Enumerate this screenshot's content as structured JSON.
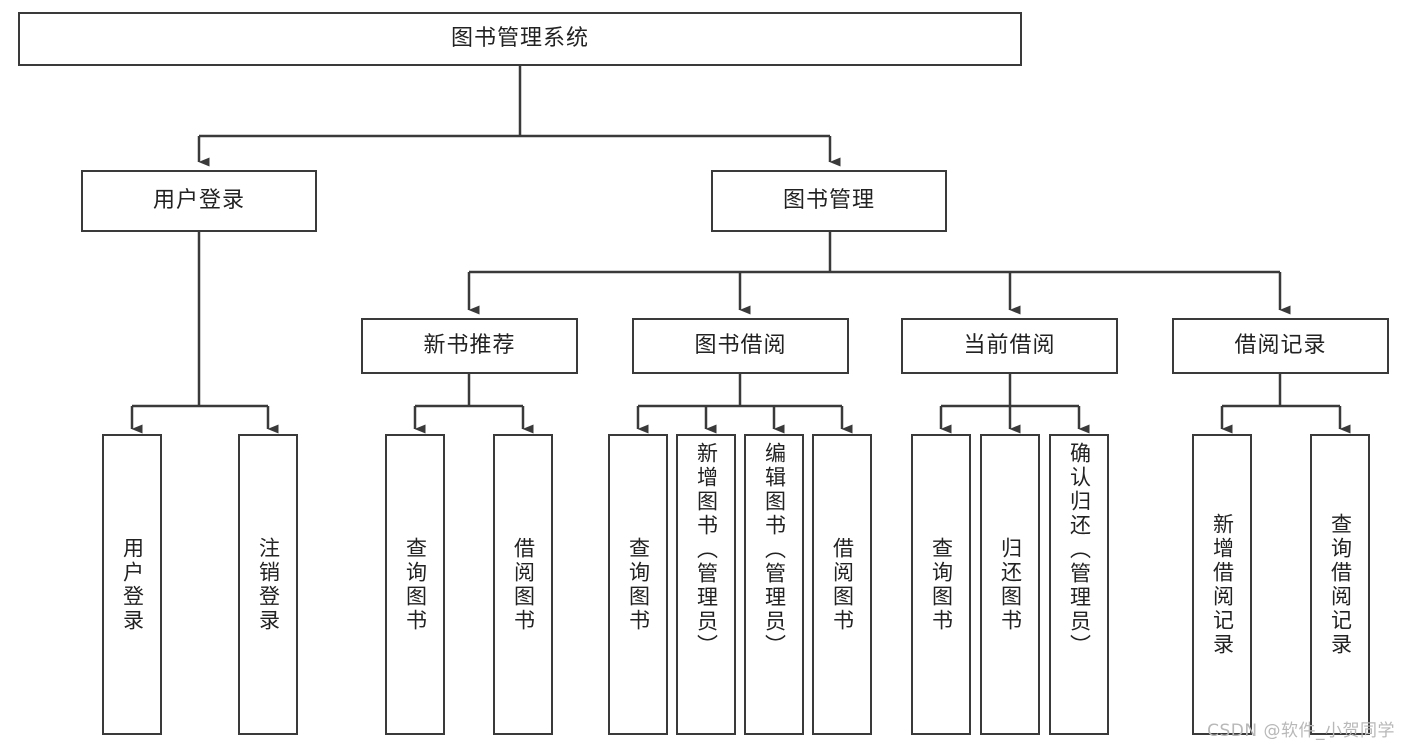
{
  "diagram": {
    "title": "图书管理系统",
    "type": "tree-hierarchy-diagram",
    "watermark": "CSDN @软件_小贺同学",
    "colors": {
      "background": "#ffffff",
      "box_border": "#3a3a3a",
      "text": "#222222",
      "edge": "#3a3a3a",
      "watermark": "#b8b8b8"
    },
    "nodes": {
      "root": {
        "label": "图书管理系统"
      },
      "level2": [
        {
          "id": "user-login",
          "label": "用户登录"
        },
        {
          "id": "book-manage",
          "label": "图书管理"
        }
      ],
      "level3": [
        {
          "id": "new-book-recommend",
          "label": "新书推荐"
        },
        {
          "id": "book-borrow",
          "label": "图书借阅"
        },
        {
          "id": "current-borrow",
          "label": "当前借阅"
        },
        {
          "id": "borrow-record",
          "label": "借阅记录"
        }
      ],
      "leaves": {
        "user-login": [
          {
            "id": "leaf-user-login",
            "label": "用户登录"
          },
          {
            "id": "leaf-user-logout",
            "label": "注销登录"
          }
        ],
        "new-book-recommend": [
          {
            "id": "leaf-query-book-1",
            "label": "查询图书"
          },
          {
            "id": "leaf-borrow-book-1",
            "label": "借阅图书"
          }
        ],
        "book-borrow": [
          {
            "id": "leaf-query-book-2",
            "label": "查询图书"
          },
          {
            "id": "leaf-add-book",
            "label": "新增图书（管理员）"
          },
          {
            "id": "leaf-edit-book",
            "label": "编辑图书（管理员）"
          },
          {
            "id": "leaf-borrow-book-2",
            "label": "借阅图书"
          }
        ],
        "current-borrow": [
          {
            "id": "leaf-query-book-3",
            "label": "查询图书"
          },
          {
            "id": "leaf-return-book",
            "label": "归还图书"
          },
          {
            "id": "leaf-confirm-return",
            "label": "确认归还（管理员）"
          }
        ],
        "borrow-record": [
          {
            "id": "leaf-add-record",
            "label": "新增借阅记录"
          },
          {
            "id": "leaf-query-record",
            "label": "查询借阅记录"
          }
        ]
      }
    }
  }
}
